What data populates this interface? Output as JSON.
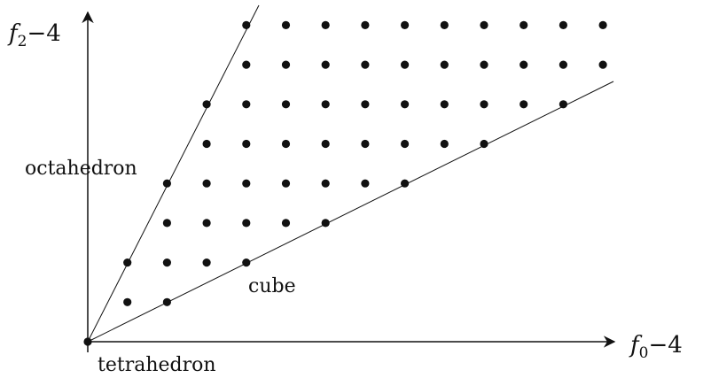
{
  "axes": {
    "x_label_var": "f",
    "x_label_sub": "0",
    "x_label_rest": "−4",
    "y_label_var": "f",
    "y_label_sub": "2",
    "y_label_rest": "−4"
  },
  "labels": {
    "octahedron": "octahedron",
    "cube": "cube",
    "tetrahedron": "tetrahedron"
  },
  "lattice": {
    "upper_boundary": "y = 2x",
    "lower_boundary": "y = x/2",
    "max_y": 8,
    "max_x": 13
  },
  "colors": {
    "ink": "#111111"
  }
}
